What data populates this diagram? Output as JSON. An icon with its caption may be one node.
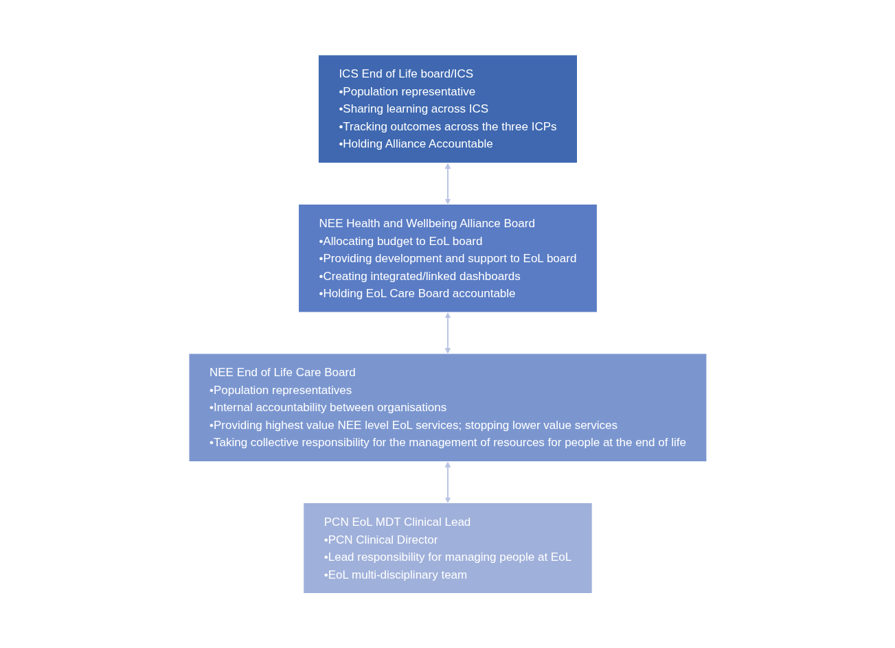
{
  "diagram": {
    "nodes": [
      {
        "text": [
          "ICS End of Life board/ICS",
          "•Population representative",
          "•Sharing learning across ICS",
          "•Tracking outcomes across the three ICPs",
          "•Holding Alliance Accountable"
        ]
      },
      {
        "text": [
          "NEE Health and Wellbeing Alliance Board",
          "•Allocating budget to EoL board",
          "•Providing development and support to EoL board",
          "•Creating integrated/linked dashboards",
          "•Holding EoL Care Board accountable"
        ]
      },
      {
        "text": [
          "NEE End of Life Care Board",
          "•Population representatives",
          "•Internal accountability between organisations",
          "•Providing highest value NEE level EoL services; stopping lower value services",
          "•Taking collective responsibility for the management of resources for people at the end of life"
        ]
      },
      {
        "text": [
          "PCN EoL MDT Clinical Lead",
          "•PCN Clinical Director",
          "•Lead responsibility for managing people at EoL",
          "•EoL multi-disciplinary team"
        ]
      }
    ],
    "edges": [
      {
        "from": 0,
        "to": 1,
        "arrow": "both"
      },
      {
        "from": 1,
        "to": 2,
        "arrow": "both"
      },
      {
        "from": 2,
        "to": 3,
        "arrow": "both"
      }
    ]
  }
}
